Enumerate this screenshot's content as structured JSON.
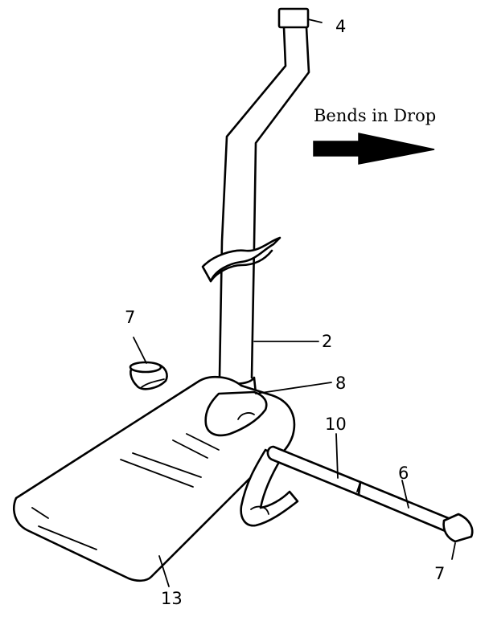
{
  "caption": "Bends in Drop",
  "labels": {
    "part_4": "4",
    "part_2": "2",
    "part_8": "8",
    "part_10": "10",
    "part_6": "6",
    "part_7_left": "7",
    "part_7_right": "7",
    "part_13": "13"
  },
  "colors": {
    "ink": "#000000",
    "paper": "#ffffff"
  }
}
